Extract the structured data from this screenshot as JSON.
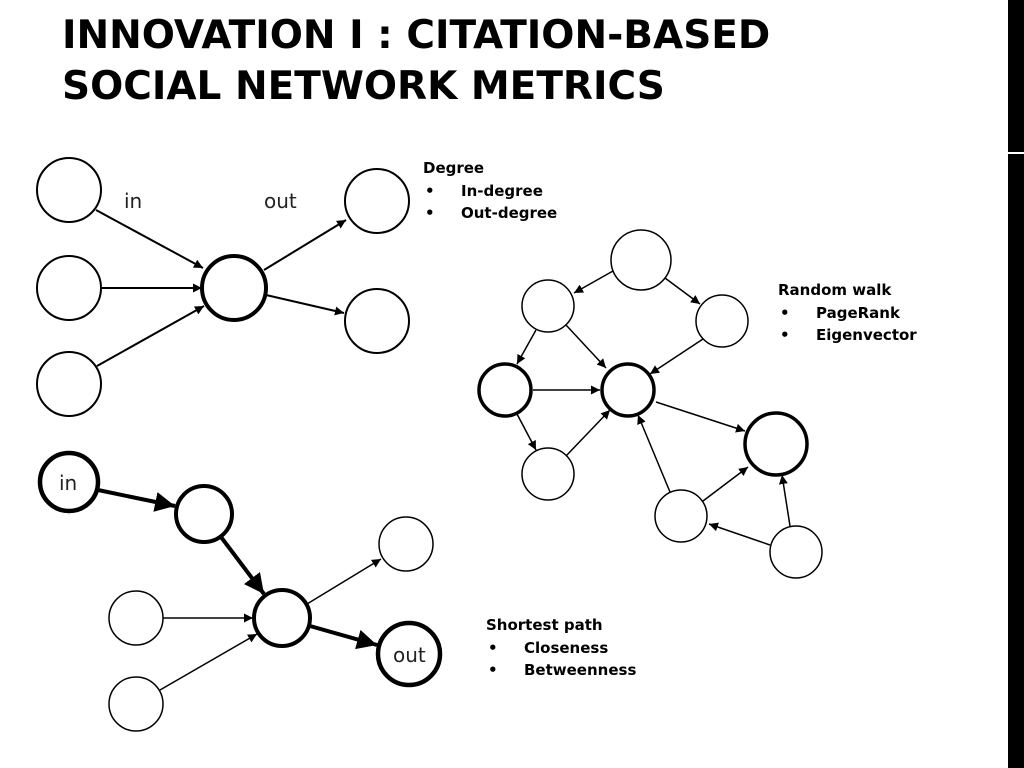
{
  "slide": {
    "title_lines": [
      "INNOVATION I : CITATION-BASED",
      "SOCIAL NETWORK METRICS"
    ]
  },
  "degree": {
    "heading": "Degree",
    "bullet": "•",
    "items": [
      "In-degree",
      "Out-degree"
    ],
    "edge_in_label": "in",
    "edge_out_label": "out"
  },
  "random_walk": {
    "heading": "Random walk",
    "bullet": "•",
    "items": [
      "PageRank",
      "Eigenvector"
    ]
  },
  "shortest_path": {
    "heading": "Shortest path",
    "bullet": "•",
    "items": [
      "Closeness",
      "Betweenness"
    ],
    "node_in_label": "in",
    "node_out_label": "out"
  }
}
